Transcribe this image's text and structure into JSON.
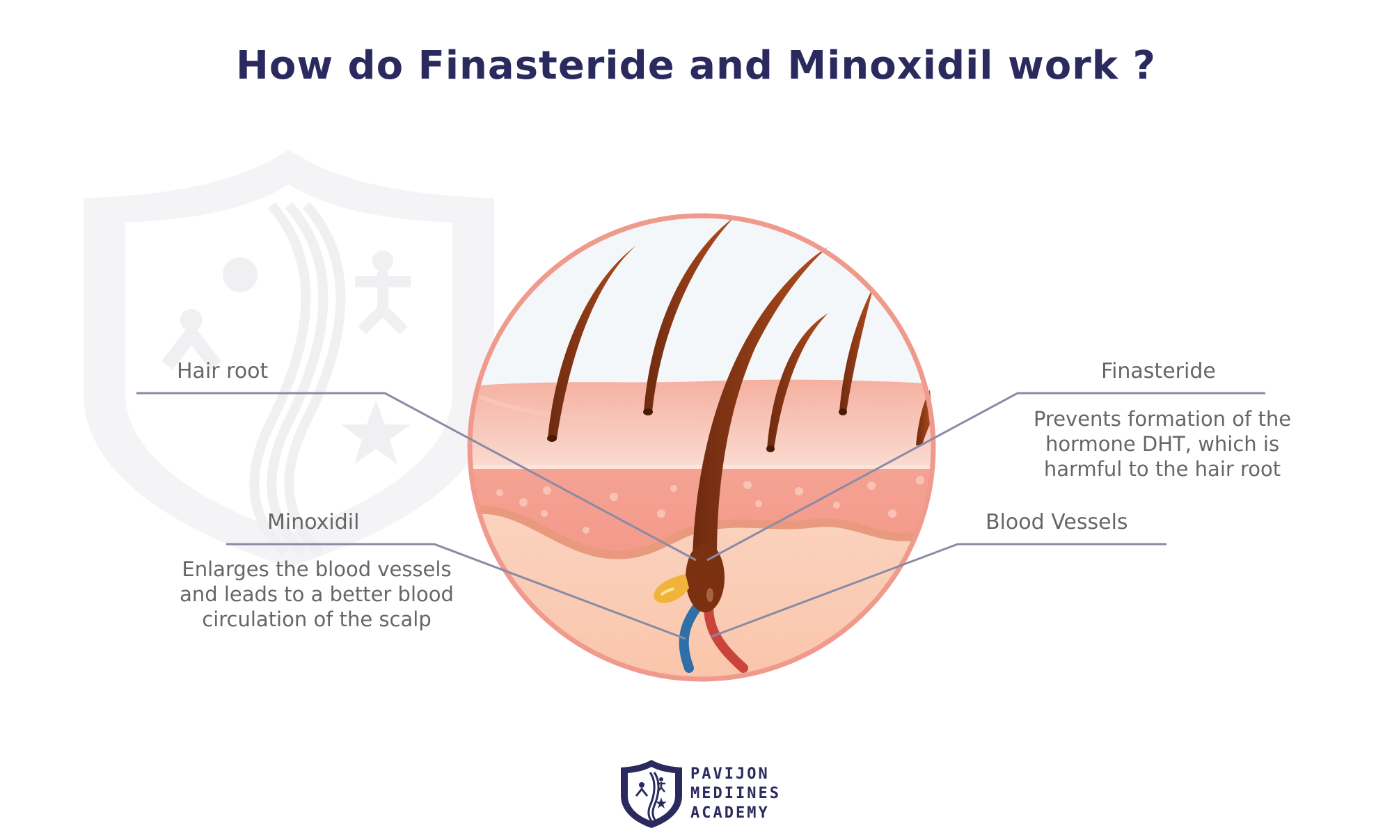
{
  "title": "How do Finasteride and Minoxidil work ?",
  "labels": {
    "hair_root": "Hair root",
    "finasteride": "Finasteride",
    "finasteride_desc": [
      "Prevents formation of the",
      "hormone DHT, which is",
      "harmful to the hair root"
    ],
    "minoxidil": "Minoxidil",
    "minoxidil_desc": [
      "Enlarges the blood vessels",
      "and leads to a better blood",
      "circulation of the scalp"
    ],
    "blood_vessels": "Blood Vessels"
  },
  "logo": {
    "line1": "PAVIJON",
    "line2": "MEDIINES",
    "line3": "ACADEMY"
  },
  "colors": {
    "title": "#2b2a5e",
    "leader_line": "#8a8aa6",
    "circle_border": "#ef9a8c",
    "hair": "#8b3a1a",
    "vein": "#2f6fa8",
    "artery": "#c9443a"
  }
}
